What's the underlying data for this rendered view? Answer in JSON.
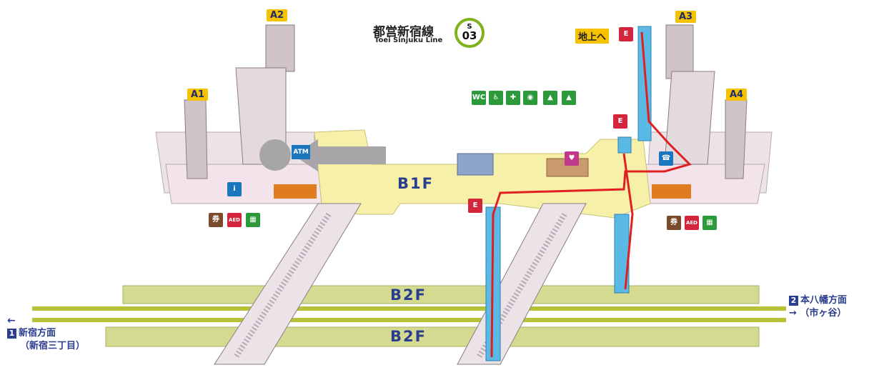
{
  "line": {
    "name": "都営新宿線",
    "name_en": "Toei Sinjuku Line",
    "station_letter": "S",
    "station_number": "03",
    "color": "#7fb21c"
  },
  "exits": [
    "A1",
    "A2",
    "A3",
    "A4"
  ],
  "to_ground_label": "地上へ",
  "floors": {
    "concourse": "B1F",
    "platform_upper": "B2F",
    "platform_lower": "B2F"
  },
  "directions": {
    "left": {
      "number": "1",
      "label": "新宿方面",
      "sub": "（新宿三丁目）"
    },
    "right": {
      "number": "2",
      "label": "本八幡方面",
      "sub": "（市ヶ谷）"
    }
  },
  "atm_label": "ATM",
  "aed_label": "AED",
  "icons": {
    "elevator": "elevator-icon",
    "toilet": "toilet-icon",
    "wheelchair": "wheelchair-icon",
    "ostomate": "ostomate-icon",
    "baby": "baby-icon",
    "phone": "phone-icon",
    "ticket": "ticket-machine-icon",
    "coin_locker": "coin-locker-icon"
  },
  "colors": {
    "floor": "#f7f0a8",
    "platform": "#d4da8f",
    "wall": "#e8dde2",
    "escalator": "#5bb9e6",
    "route": "#e02020",
    "exit_tag": "#f6c200",
    "text_blue": "#2b3d8e"
  }
}
